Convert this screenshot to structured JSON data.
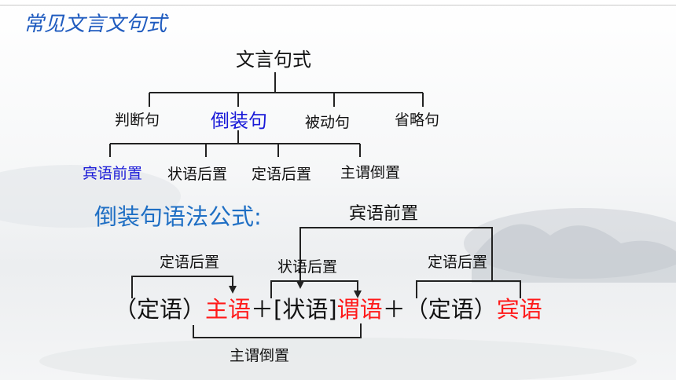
{
  "slide": {
    "title": "常见文言文句式"
  },
  "tree": {
    "root": "文言句式",
    "level1": [
      "判断句",
      "倒装句",
      "被动句",
      "省略句"
    ],
    "level2": [
      "宾语前置",
      "状语后置",
      "定语后置",
      "主谓倒置"
    ]
  },
  "formula": {
    "title": "倒装句语法公式:",
    "parts": [
      {
        "text": "（定语）",
        "color": "#111111"
      },
      {
        "text": "主语",
        "color": "#ff1a1a"
      },
      {
        "text": "＋[状语]",
        "color": "#111111"
      },
      {
        "text": "谓语",
        "color": "#ff1a1a"
      },
      {
        "text": "＋（定语）",
        "color": "#111111"
      },
      {
        "text": "宾语",
        "color": "#ff1a1a"
      }
    ],
    "annotations": {
      "object_front": "宾语前置",
      "attr_post_left": "定语后置",
      "adverbial_post": "状语后置",
      "attr_post_right": "定语后置",
      "subject_predicate_inversion": "主谓倒置"
    }
  },
  "colors": {
    "title_blue": "#1f5bbf",
    "highlight_blue": "#1a1ad8",
    "formula_blue": "#1f6fc4",
    "emphasis_red": "#ff1a1a"
  }
}
